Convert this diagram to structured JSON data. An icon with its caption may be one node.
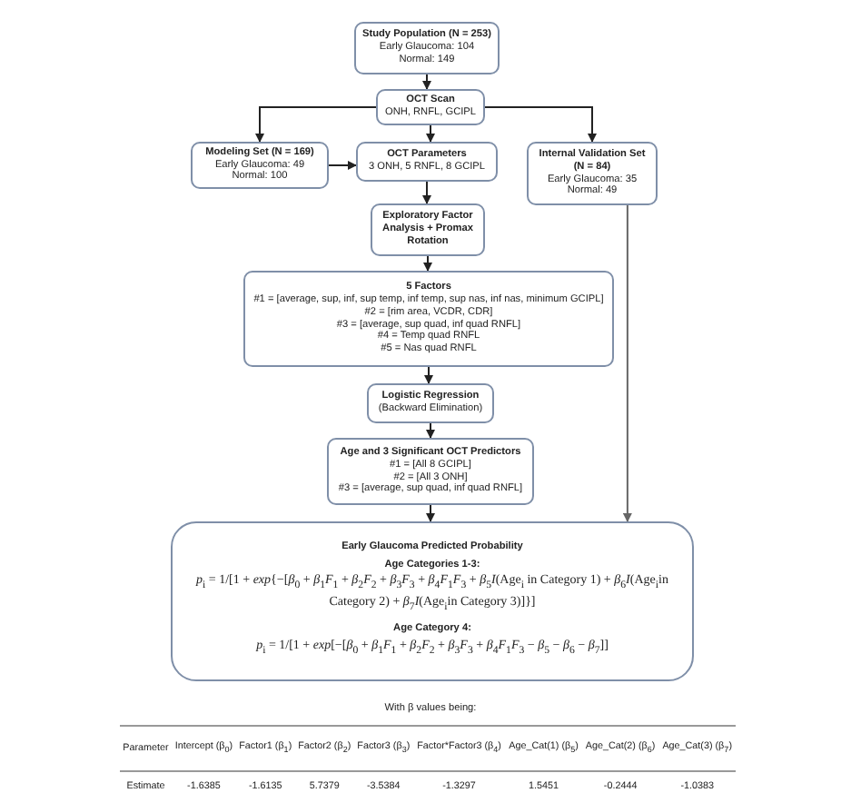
{
  "diagram": {
    "nodes": [
      {
        "text": [
          "Study Population (N = 253)",
          "Early Glaucoma: 104 Normal: 149"
        ]
      },
      {
        "text": [
          "OCT Scan",
          "ONH, RNFL, GCIPL"
        ]
      },
      {
        "text": [
          "Modeling Set (N = 169)",
          "Early Glaucoma: 49 Normal: 100"
        ]
      },
      {
        "text": [
          "OCT Parameters",
          "3 ONH, 5 RNFL, 8 GCIPL"
        ]
      },
      {
        "text": [
          "Internal Validation Set (N = 84)",
          "Early Glaucoma: 35 Normal: 49"
        ]
      },
      {
        "text": [
          "Exploratory Factor Analysis + Promax Rotation"
        ]
      },
      {
        "text": [
          "5 Factors",
          "#1 = [average, sup, inf, sup temp, inf temp, sup nas, inf nas, minimum GCIPL]",
          "#2 = [rim area, VCDR, CDR]",
          "#3 = [average, sup quad, inf quad RNFL]",
          "#4 = Temp quad RNFL",
          "#5 = Nas quad RNFL"
        ]
      },
      {
        "text": [
          "Logistic Regression",
          "(Backward Elimination)"
        ]
      },
      {
        "text": [
          "Age and 3 Significant OCT Predictors",
          "#1 = [All 8 GCIPL]",
          "#2 = [All 3 ONH]",
          "#3 = [average, sup quad, inf quad RNFL]"
        ]
      },
      {
        "text": [
          "Early Glaucoma Predicted Probability",
          "Age Categories 1-3:",
          "*p*$_{i}$ = 1/[1 + *exp*{−[*β*$_{0}$ + *β*$_{1}$*F*$_{1}$ + *β*$_{2}$*F*$_{2}$ + *β*$_{3}$*F*$_{3}$ + *β*$_{4}$*F*$_{1}$*F*$_{3}$ + *β*$_{5}$*I*(Age$_{i}$ in Category 1) + *β*$_{6}$*I*(Age$_{i}$in Category 2) + *β*$_{7}$*I*(Age$_{i}$in Category 3)]}]",
          "Age Category 4:",
          "*p*$_{i}$ = 1/[1 + *exp*[−[*β*$_{0}$ + *β*$_{1}$*F*$_{1}$ + *β*$_{2}$*F*$_{2}$ + *β*$_{3}$*F*$_{3}$ + *β*$_{4}$*F*$_{1}$*F*$_{3}$ − *β*$_{5}$ − *β*$_{6}$ − *β*$_{7}$]]"
        ]
      }
    ],
    "edges": [
      {
        "from": 0,
        "to": 1,
        "arrow": "to"
      },
      {
        "from": 1,
        "to": 2,
        "arrow": "to"
      },
      {
        "from": 1,
        "to": 3,
        "arrow": "to"
      },
      {
        "from": 1,
        "to": 4,
        "arrow": "to"
      },
      {
        "from": 2,
        "to": 3,
        "arrow": "to"
      },
      {
        "from": 3,
        "to": 5,
        "arrow": "to"
      },
      {
        "from": 5,
        "to": 6,
        "arrow": "to"
      },
      {
        "from": 6,
        "to": 7,
        "arrow": "to"
      },
      {
        "from": 7,
        "to": 8,
        "arrow": "to"
      },
      {
        "from": 8,
        "to": 9,
        "arrow": "to"
      },
      {
        "from": 4,
        "to": 9,
        "arrow": "to",
        "color": "#666666"
      }
    ],
    "labels": [
      "With β values being:",
      "Parameter",
      "Intercept (β$_{0}$)",
      "Factor1 (β$_{1}$)",
      "Factor2 (β$_{2}$)",
      "Factor3 (β$_{3}$)",
      "Factor*Factor3 (β$_{4}$)",
      "Age_Cat(1) (β$_{5}$)",
      "Age_Cat(2) (β$_{6}$)",
      "Age_Cat(3) (β$_{7}$)",
      "Estimate",
      "-1.6385",
      "-1.6135",
      "5.7379",
      "-3.5384",
      "-1.3297",
      "1.5451",
      "-0.2444",
      "-1.0383"
    ]
  }
}
